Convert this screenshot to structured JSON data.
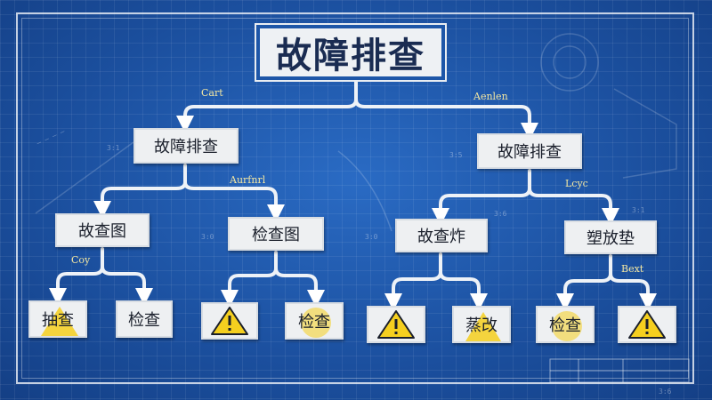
{
  "title": "故障排查",
  "level1": [
    {
      "label": "故障排查",
      "edge_label": "Cart"
    },
    {
      "label": "故障排查",
      "edge_label": "Aenlen"
    }
  ],
  "level2": [
    {
      "label": "故查图",
      "edge_label": "Coy"
    },
    {
      "label": "检查图",
      "edge_label": "Aurfnrl"
    },
    {
      "label": "故查炸",
      "edge_label": ""
    },
    {
      "label": "塑放垫",
      "edge_label": "Lcyc"
    }
  ],
  "level3": [
    {
      "label": "抽查",
      "icon": "warning-icon"
    },
    {
      "label": "检查",
      "icon": ""
    },
    {
      "label": "",
      "icon": "warning-icon"
    },
    {
      "label": "检查",
      "icon": ""
    },
    {
      "label": "",
      "icon": "warning-icon"
    },
    {
      "label": "蒸改",
      "icon": "warning-icon"
    },
    {
      "label": "检查",
      "icon": ""
    },
    {
      "label": "",
      "icon": "warning-icon"
    }
  ],
  "extra_label": "Bext",
  "colors": {
    "background": "#1d56a8",
    "node": "#eef0f2",
    "warning": "#f5cf1f",
    "edge_label": "#f3e7a2"
  }
}
